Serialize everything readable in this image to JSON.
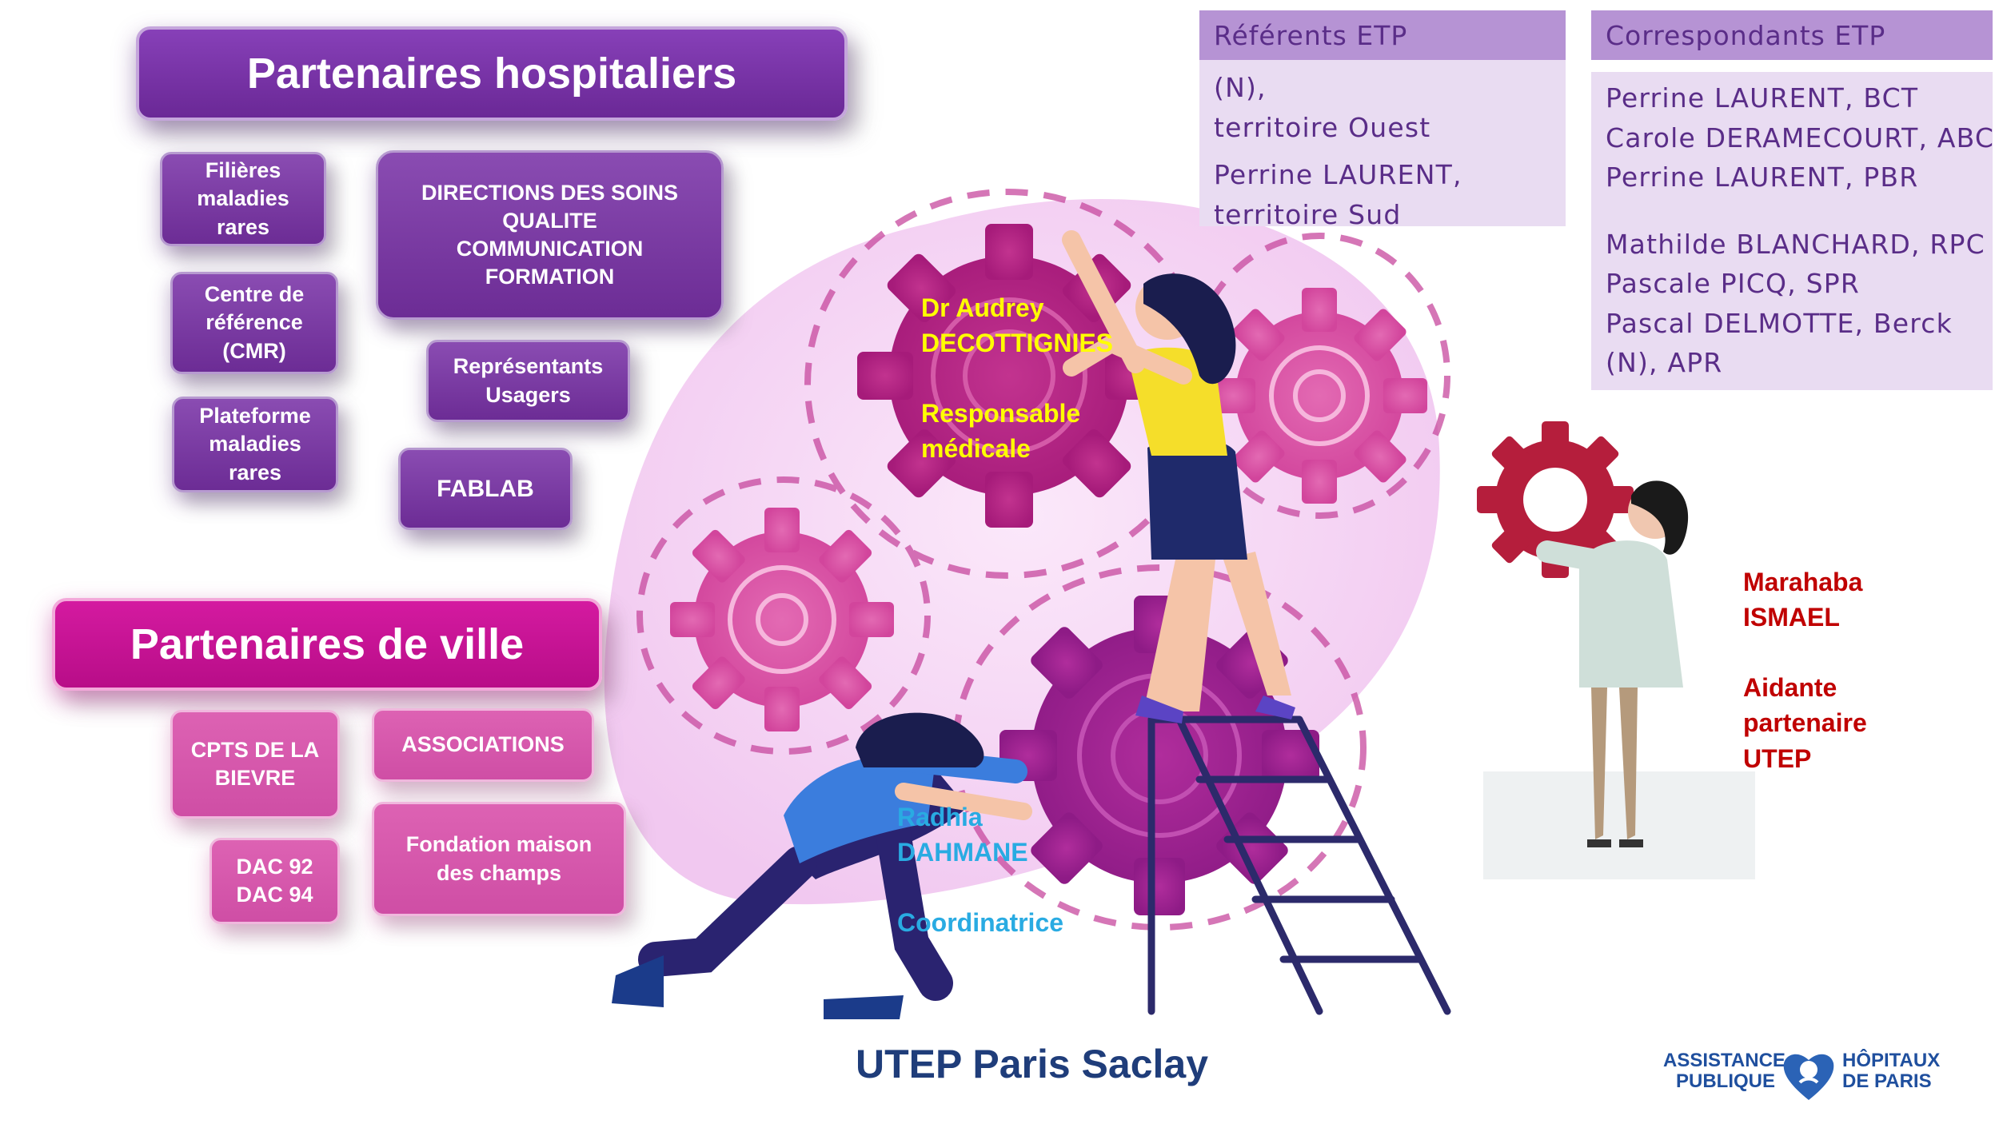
{
  "hospital_partners": {
    "title": "Partenaires hospitaliers",
    "filieres": [
      "Filières",
      "maladies",
      "rares"
    ],
    "centre_reference": [
      "Centre de",
      "référence",
      "(CMR)"
    ],
    "plateforme": [
      "Plateforme",
      "maladies",
      "rares"
    ],
    "directions": [
      "DIRECTIONS DES SOINS",
      "QUALITE",
      "COMMUNICATION",
      "FORMATION"
    ],
    "representants": [
      "Représentants",
      "Usagers"
    ],
    "fablab": "FABLAB"
  },
  "city_partners": {
    "title": "Partenaires de ville",
    "cpts": [
      "CPTS DE LA",
      "BIEVRE"
    ],
    "associations": "ASSOCIATIONS",
    "dac": [
      "DAC 92",
      "DAC 94"
    ],
    "fondation": [
      "Fondation maison",
      "des champs"
    ]
  },
  "referents": {
    "header": "Référents ETP",
    "lines": [
      "(N),",
      "territoire Ouest",
      "Perrine LAURENT,",
      "territoire Sud"
    ]
  },
  "correspondants": {
    "header": "Correspondants ETP",
    "lines": [
      "Perrine LAURENT, BCT",
      "Carole DERAMECOURT, ABC",
      "Perrine LAURENT, PBR",
      "Mathilde BLANCHARD, RPC",
      "Pascale PICQ, SPR",
      "Pascal DELMOTTE, Berck",
      "(N), APR"
    ]
  },
  "people": {
    "medical_lead": {
      "name": [
        "Dr Audrey",
        "DECOTTIGNIES"
      ],
      "role": "Responsable médicale",
      "role_lines": [
        "Responsable",
        "médicale"
      ],
      "color": "#ffff00"
    },
    "coordinator": {
      "name": [
        "Radhia",
        "DAHMANE"
      ],
      "role": "Coordinatrice",
      "color": "#29abe2"
    },
    "caregiver": {
      "name": [
        "Marahaba",
        "ISMAEL"
      ],
      "role": "Aidante partenaire UTEP",
      "role_lines": [
        "Aidante",
        "partenaire",
        "UTEP"
      ],
      "color": "#c00000"
    }
  },
  "footer": {
    "title": "UTEP Paris Saclay",
    "logo_left": [
      "ASSISTANCE",
      "PUBLIQUE"
    ],
    "logo_right": [
      "HÔPITAUX",
      "DE PARIS"
    ]
  },
  "colors": {
    "hospital": "#7a36a6",
    "city": "#d63aa8",
    "panel_header": "#b693d4",
    "panel_body": "#e9dcf2",
    "title_navy": "#1f3d7a"
  }
}
